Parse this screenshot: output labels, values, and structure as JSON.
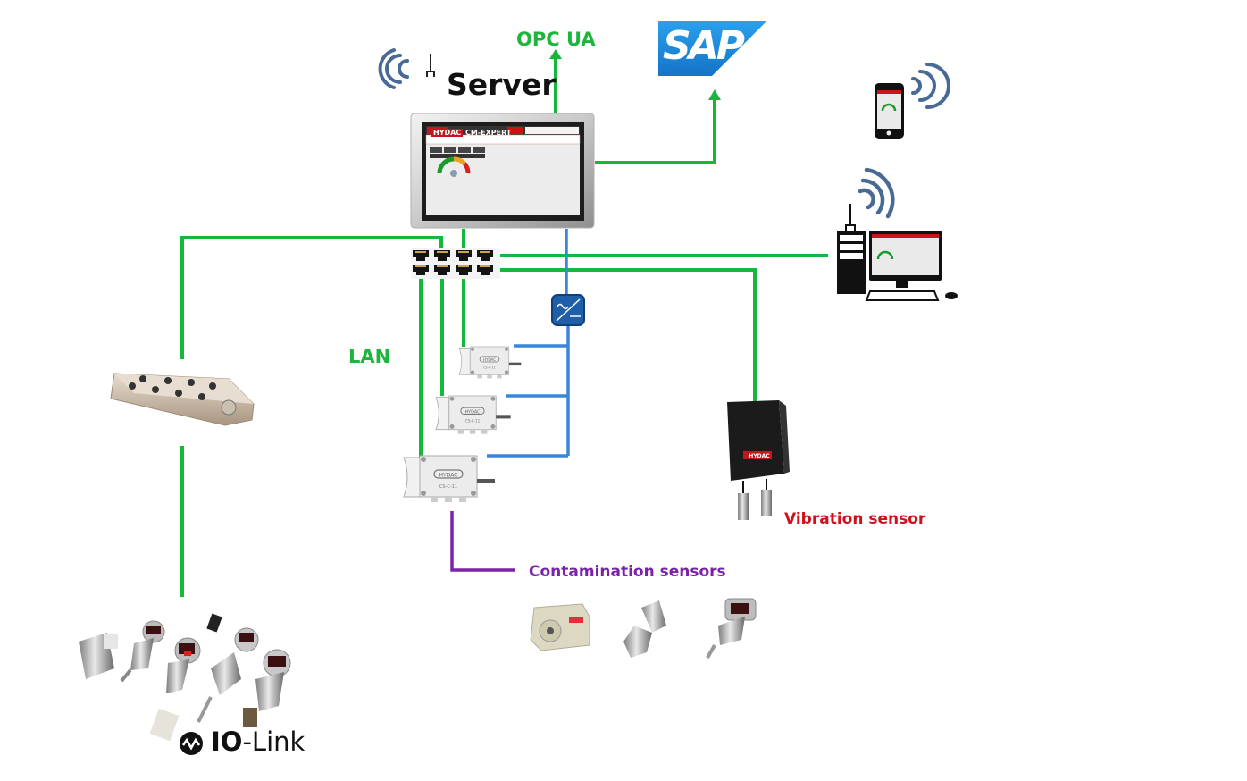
{
  "labels": {
    "opc_ua": "OPC UA",
    "server": "Server",
    "sap": "SAP",
    "lan": "LAN",
    "vibration_sensor": "Vibration sensor",
    "contamination_sensors": "Contamination sensors",
    "io_link_bold": "IO",
    "io_link_rest": "-Link"
  },
  "server_screen": {
    "brand": "HYDAC",
    "app_name": "CM-EXPERT"
  },
  "devices": {
    "cs_modules": [
      {
        "model": "CS-C-11",
        "brand": "HYDAC"
      },
      {
        "model": "CS-C-11",
        "brand": "HYDAC"
      },
      {
        "model": "CS-C-11",
        "brand": "HYDAC"
      }
    ],
    "vibration_box_brand": "HYDAC",
    "contamination_sensor_count": 3,
    "io_link_sensor_count": 5,
    "switch_port_count": 8
  },
  "colors": {
    "lan_line": "#16b83c",
    "power_line": "#3a86d8",
    "contamination_line": "#7a22a8",
    "vibration_label": "#d0101a",
    "sap_blue": "#1f8ce0",
    "wifi_icon": "#4a6a96",
    "brand_red": "#c8141c"
  }
}
